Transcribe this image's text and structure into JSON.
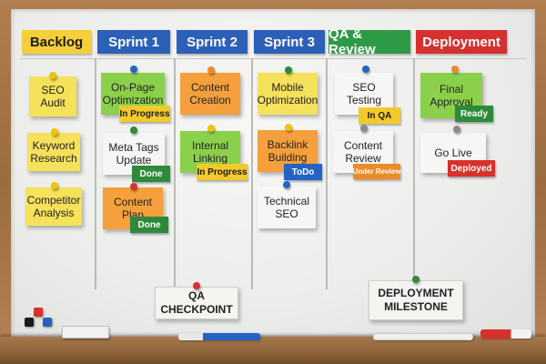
{
  "columns": [
    {
      "title": "Backlog",
      "bg": "#f4cf3a",
      "fg": "#1b1b1b"
    },
    {
      "title": "Sprint 1",
      "bg": "#2c5fb8",
      "fg": "#ffffff"
    },
    {
      "title": "Sprint 2",
      "bg": "#2c5fb8",
      "fg": "#ffffff"
    },
    {
      "title": "Sprint 3",
      "bg": "#2c5fb8",
      "fg": "#ffffff"
    },
    {
      "title": "QA & Review",
      "bg": "#2f9a46",
      "fg": "#ffffff"
    },
    {
      "title": "Deployment",
      "bg": "#d63030",
      "fg": "#ffffff"
    }
  ],
  "notes": {
    "seo_audit": "SEO\nAudit",
    "keyword_research": "Keyword\nResearch",
    "competitor_analysis": "Competitor\nAnalysis",
    "onpage_optimization": "On-Page\nOptimization",
    "meta_tags_update": "Meta Tags\nUpdate",
    "content_plan": "Content\nPlan",
    "content_creation": "Content\nCreation",
    "internal_linking": "Internal\nLinking",
    "mobile_optimization": "Mobile\nOptimization",
    "backlink_building": "Backlink\nBuilding",
    "technical_seo": "Technical\nSEO",
    "seo_testing": "SEO\nTesting",
    "content_review": "Content\nReview",
    "final_approval": "Final\nApproval",
    "go_live": "Go Live"
  },
  "tags": {
    "in_progress_1": "In Progress",
    "done_1": "Done",
    "done_2": "Done",
    "in_progress_2": "In Progress",
    "todo": "ToDo",
    "in_qa": "In QA",
    "under_review": "Under Review",
    "ready": "Ready",
    "deployed": "Deployed"
  },
  "milestones": {
    "qa_checkpoint": "QA CHECKPOINT",
    "deployment_milestone": "DEPLOYMENT\nMILESTONE"
  },
  "colors": {
    "note_yellow": "#f6e15a",
    "note_green": "#8bd04a",
    "note_orange": "#f5a03c",
    "note_white": "#f6f6f4",
    "tag_green": "#2e8a3a",
    "tag_yellow": "#f4c92b",
    "tag_blue": "#2463c4",
    "tag_red": "#d8312b",
    "tag_orange": "#ec8a2a"
  }
}
